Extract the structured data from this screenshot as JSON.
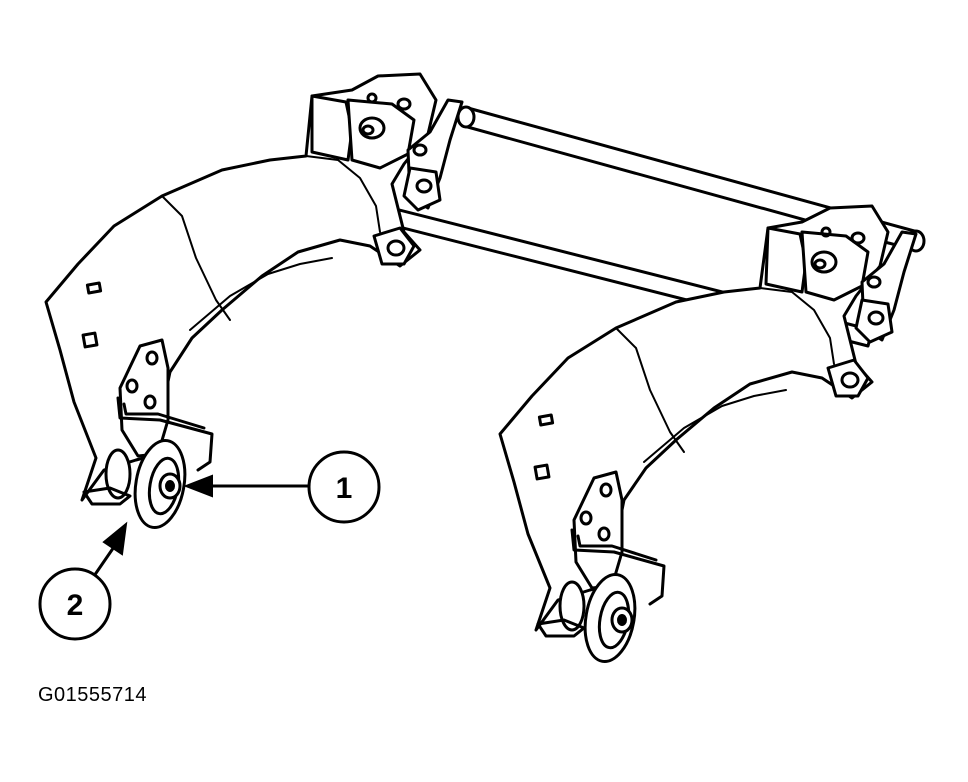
{
  "figure": {
    "id": "G01555714"
  },
  "callouts": [
    {
      "number": "1"
    },
    {
      "number": "2"
    }
  ]
}
